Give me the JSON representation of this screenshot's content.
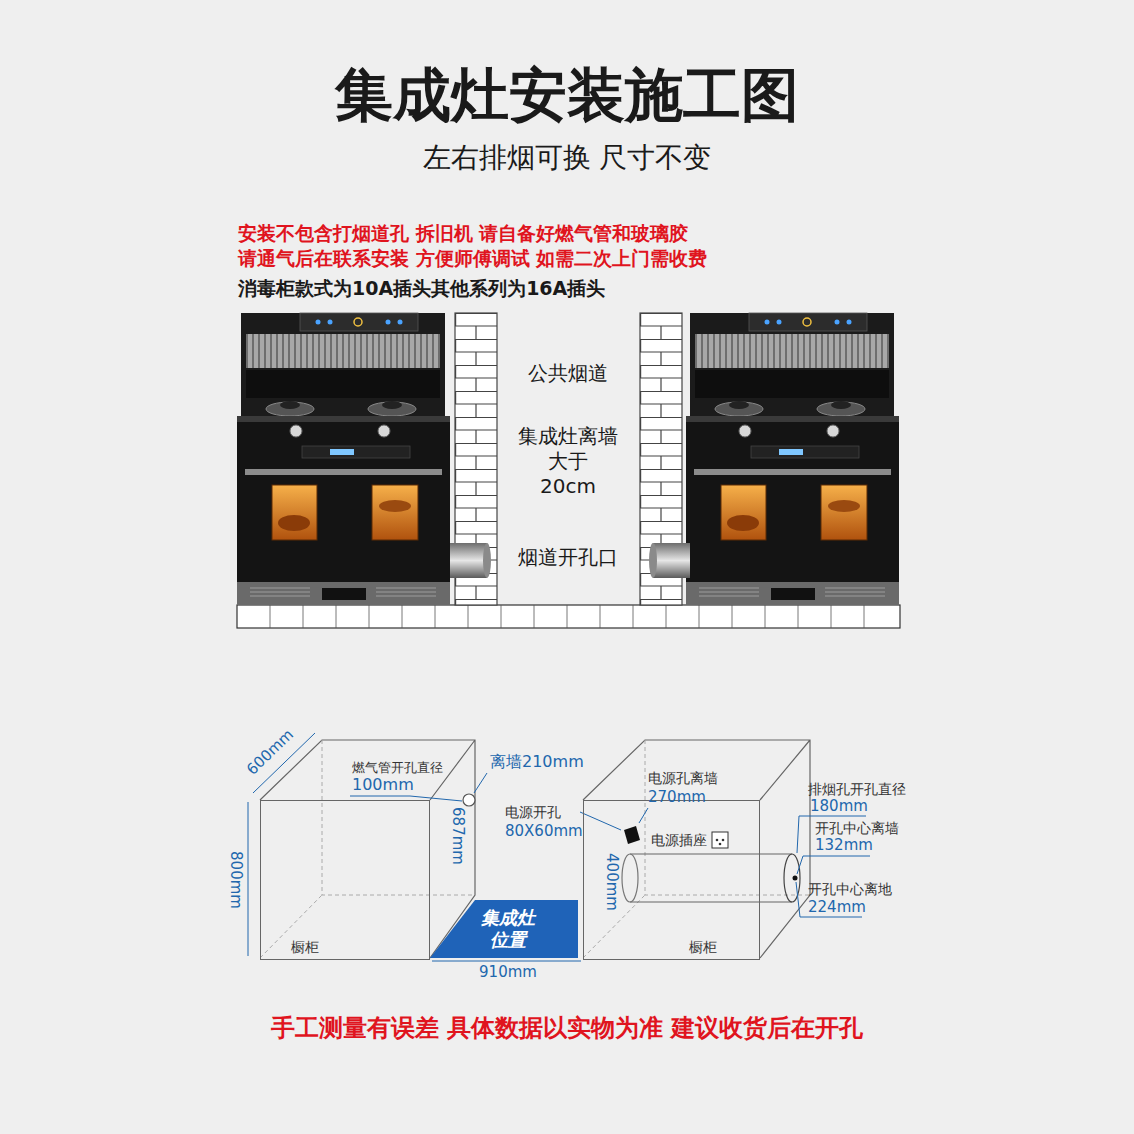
{
  "diagram": {
    "title": "集成灶安装施工图",
    "nodes": [
      {
        "text": [
          "橱柜"
        ]
      },
      {
        "text": [
          "集成灶 位置"
        ]
      },
      {
        "text": [
          "橱柜"
        ]
      }
    ],
    "labels": [
      "左右排烟可换 尺寸不变",
      "安装不包含打烟道孔 拆旧机 请自备好燃气管和玻璃胶",
      "请通气后在联系安装 方便师傅调试 如需二次上门需收费",
      "消毒柜款式为10A插头其他系列为16A插头",
      "公共烟道",
      "集成灶离墙 大于 20cm",
      "烟道开孔口",
      "600mm",
      "800mm",
      "燃气管开孔直径",
      "100mm",
      "687mm",
      "离墙210mm",
      "电源开孔",
      "80X60mm",
      "电源孔离墙",
      "270mm",
      "电源插座",
      "400mm",
      "排烟孔开孔直径",
      "180mm",
      "开孔中心离墙",
      "132mm",
      "开孔中心离地",
      "224mm",
      "910mm",
      "手工测量有误差 具体数据以实物为准 建议收货后在开孔"
    ]
  }
}
